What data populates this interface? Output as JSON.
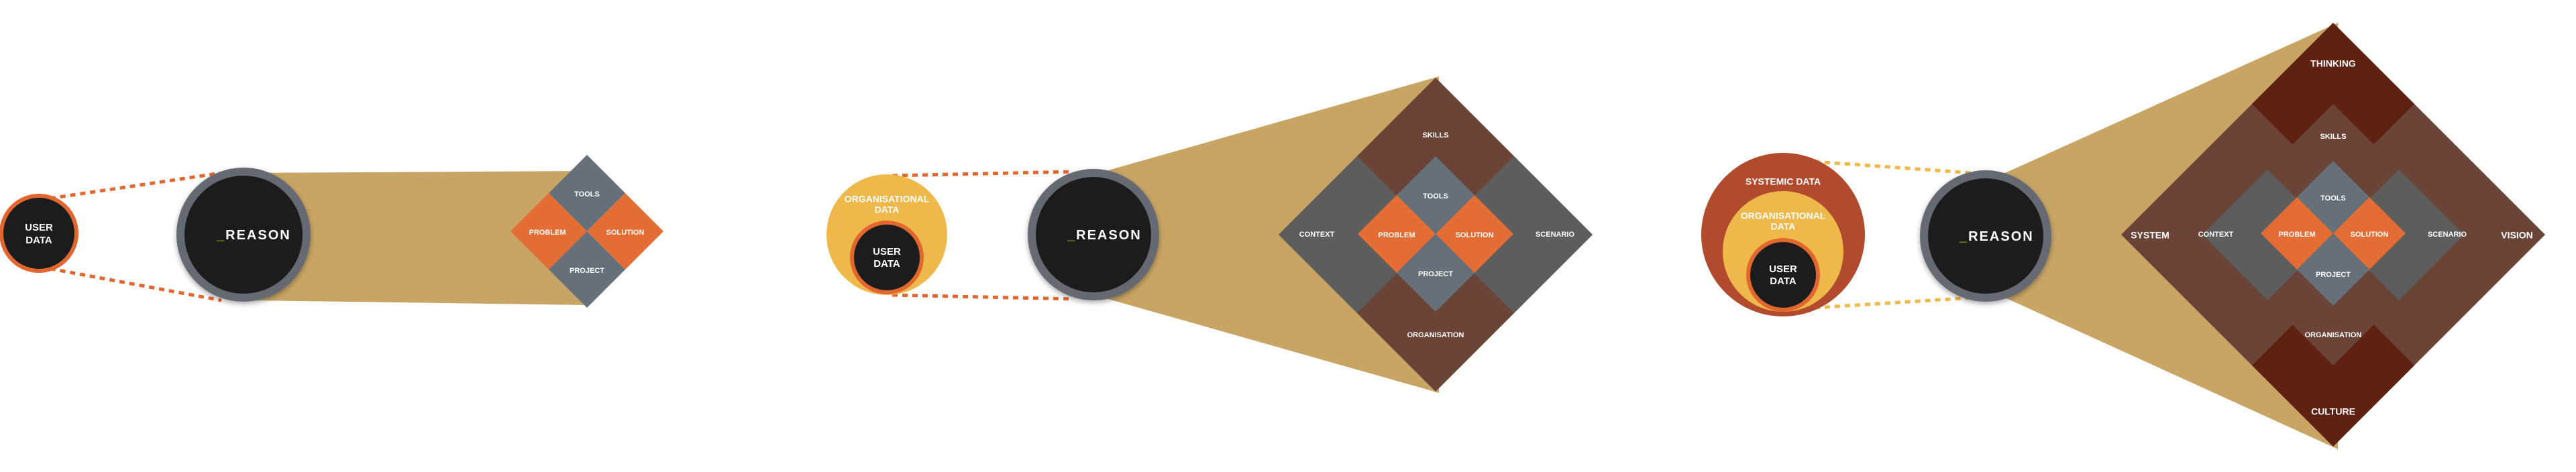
{
  "colors": {
    "cone": "#c8a564",
    "core_circle": "#1c1c1c",
    "core_ring": "#656a72",
    "user_ring": "#e2672f",
    "org_circle": "#efb84a",
    "systemic_circle": "#b24b2e",
    "orange_diamond": "#e36d35",
    "grey_diamond": "#667078",
    "dark_grey": "#5d5d5d",
    "brown": "#6a4537",
    "deep_brown": "#5e2112",
    "reason_accent": "#c7d600"
  },
  "reason_logo": {
    "prefix": "R",
    "rest": "EASON",
    "mark": "_"
  },
  "panel1": {
    "user_data": "USER\nDATA",
    "tools": "TOOLS",
    "problem": "PROBLEM",
    "solution": "SOLUTION",
    "project": "PROJECT"
  },
  "panel2": {
    "organisational_data": "ORGANISATIONAL\nDATA",
    "user_data": "USER\nDATA",
    "skills": "SKILLS",
    "tools": "TOOLS",
    "context": "CONTEXT",
    "problem": "PROBLEM",
    "solution": "SOLUTION",
    "scenario": "SCENARIO",
    "project": "PROJECT",
    "organisation": "ORGANISATION"
  },
  "panel3": {
    "systemic_data": "SYSTEMIC DATA",
    "organisational_data": "ORGANISATIONAL\nDATA",
    "user_data": "USER\nDATA",
    "thinking": "THINKING",
    "skills": "SKILLS",
    "tools": "TOOLS",
    "system": "SYSTEM",
    "context": "CONTEXT",
    "problem": "PROBLEM",
    "solution": "SOLUTION",
    "scenario": "SCENARIO",
    "vision": "VISION",
    "project": "PROJECT",
    "organisation": "ORGANISATION",
    "culture": "CULTURE"
  }
}
